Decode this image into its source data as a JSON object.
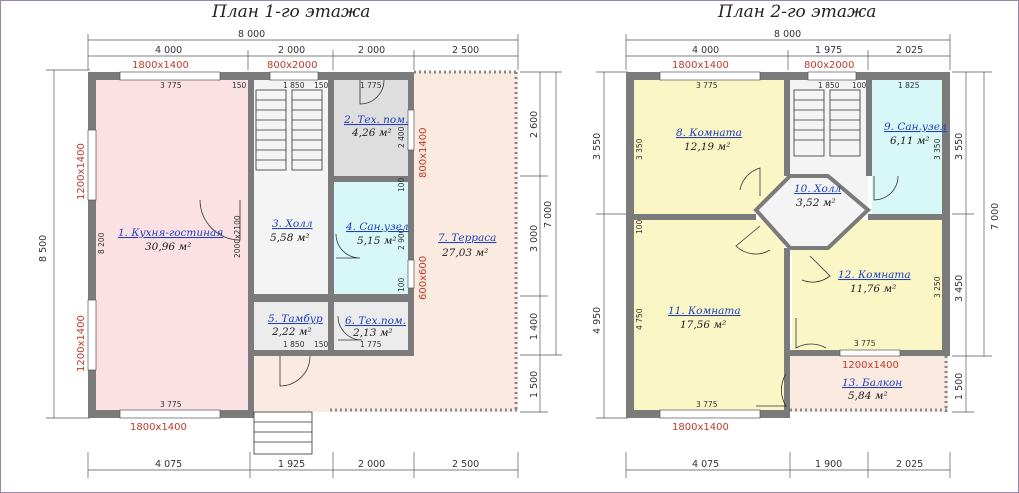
{
  "floor1": {
    "title": "План 1-го этажа",
    "dims_top_total": "8 000",
    "dims_top": [
      "4 000",
      "2 000",
      "2 000",
      "2 500"
    ],
    "dims_bottom": [
      "4 075",
      "1 925",
      "2 000",
      "2 500"
    ],
    "dim_left_total": "8 500",
    "dims_right_total": "7 000",
    "dims_right": [
      "2 600",
      "3 000",
      "1 400",
      "1 500"
    ],
    "windows": [
      "1800x1400",
      "800x2000",
      "1200x1400",
      "1200x1400",
      "800x1400",
      "600x600",
      "1800x1400",
      "2000x2100"
    ],
    "inner_dims": [
      "3 775",
      "150",
      "1 850",
      "150",
      "1 775",
      "8 200",
      "3 775",
      "1 850",
      "150",
      "1 775",
      "2 400",
      "2 900",
      "100",
      "100"
    ],
    "rooms": [
      {
        "name": "1. Кухня-гостиная",
        "area": "30,96 м²"
      },
      {
        "name": "2. Тех. пом.",
        "area": "4,26 м²"
      },
      {
        "name": "3. Холл",
        "area": "5,58 м²"
      },
      {
        "name": "4. Сан.узел",
        "area": "5,15 м²"
      },
      {
        "name": "5. Тамбур",
        "area": "2,22 м²"
      },
      {
        "name": "6. Тех.пом.",
        "area": "2,13 м²"
      },
      {
        "name": "7. Терраса",
        "area": "27,03 м²"
      }
    ]
  },
  "floor2": {
    "title": "План 2-го этажа",
    "dims_top_total": "8 000",
    "dims_top": [
      "4 000",
      "1 975",
      "2 025"
    ],
    "dims_bottom": [
      "4 075",
      "1 900",
      "2 025"
    ],
    "dims_left": [
      "3 550",
      "4 950"
    ],
    "dims_right_total": "7 000",
    "dims_right": [
      "3 550",
      "3 450",
      "1 500"
    ],
    "windows": [
      "1800x1400",
      "800x2000",
      "1200x1400",
      "1800x1400"
    ],
    "inner_dims": [
      "3 775",
      "1 850",
      "100",
      "1 825",
      "3 350",
      "3 350",
      "100",
      "4 750",
      "3 250",
      "3 775",
      "3 775"
    ],
    "rooms": [
      {
        "name": "8. Комната",
        "area": "12,19 м²"
      },
      {
        "name": "9. Сан.узел",
        "area": "6,11 м²"
      },
      {
        "name": "10. Холл",
        "area": "3,52 м²"
      },
      {
        "name": "11. Комната",
        "area": "17,56 м²"
      },
      {
        "name": "12. Комната",
        "area": "11,76 м²"
      },
      {
        "name": "13. Балкон",
        "area": "5,84 м²"
      }
    ]
  },
  "colors": {
    "kitchen": "#fbe0e4",
    "tech": "#dedede",
    "bath": "#d8f7f7",
    "hall": "#f0f0f0",
    "terrace": "#fbeadf",
    "bedroom": "#fbf6c6",
    "balcony": "#fbeadf",
    "wall": "#7b7b7b"
  }
}
